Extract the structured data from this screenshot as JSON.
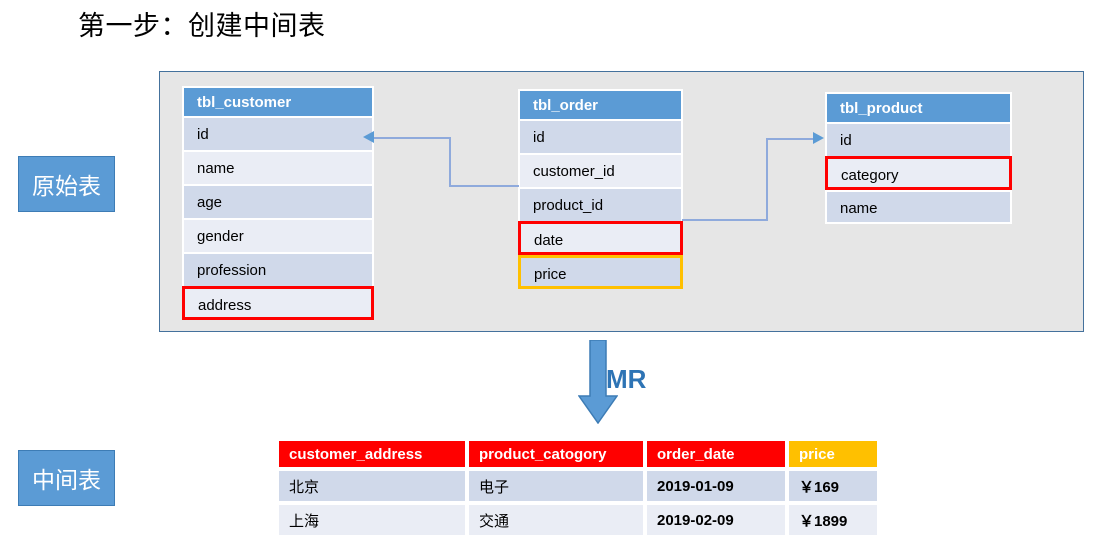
{
  "title": "第一步：创建中间表",
  "labels": {
    "source_stage": "原始表",
    "mid_stage": "中间表",
    "transform": "MR"
  },
  "colors": {
    "header_blue": "#5B9BD5",
    "panel_bg": "#E6E6E6",
    "panel_border": "#44719C",
    "row_shade_a": "#D0D9EA",
    "row_shade_b": "#EAEDF5",
    "highlight_red": "#FF0000",
    "highlight_amber": "#FFC000",
    "connector_blue": "#8FAADC",
    "mr_text": "#2E74B5"
  },
  "entities": [
    {
      "name": "tbl_customer",
      "fields": [
        {
          "label": "id",
          "highlight": "none"
        },
        {
          "label": "name",
          "highlight": "none"
        },
        {
          "label": "age",
          "highlight": "none"
        },
        {
          "label": "gender",
          "highlight": "none"
        },
        {
          "label": "profession",
          "highlight": "none"
        },
        {
          "label": "address",
          "highlight": "red"
        }
      ]
    },
    {
      "name": "tbl_order",
      "fields": [
        {
          "label": "id",
          "highlight": "none"
        },
        {
          "label": "customer_id",
          "highlight": "none"
        },
        {
          "label": "product_id",
          "highlight": "none"
        },
        {
          "label": "date",
          "highlight": "red"
        },
        {
          "label": "price",
          "highlight": "amber"
        }
      ]
    },
    {
      "name": "tbl_product",
      "fields": [
        {
          "label": "id",
          "highlight": "none"
        },
        {
          "label": "category",
          "highlight": "red"
        },
        {
          "label": "name",
          "highlight": "none"
        }
      ]
    }
  ],
  "relations": [
    {
      "from": "tbl_order.customer_id",
      "to": "tbl_customer.id",
      "direction": "left"
    },
    {
      "from": "tbl_order.product_id",
      "to": "tbl_product.id",
      "direction": "right"
    }
  ],
  "result_table": {
    "headers": [
      {
        "label": "customer_address",
        "style": "red"
      },
      {
        "label": "product_catogory",
        "style": "red"
      },
      {
        "label": "order_date",
        "style": "red"
      },
      {
        "label": "price",
        "style": "amber"
      }
    ],
    "rows": [
      [
        "北京",
        "电子",
        "2019-01-09",
        "￥169"
      ],
      [
        "上海",
        "交通",
        "2019-02-09",
        "￥1899"
      ]
    ]
  }
}
